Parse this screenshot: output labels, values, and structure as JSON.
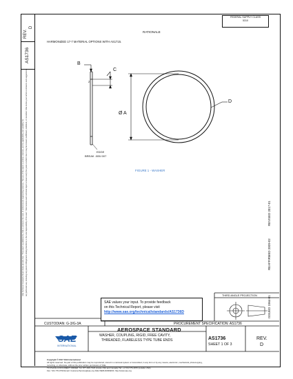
{
  "corner": {
    "rev_label": "REV.",
    "rev_value": "D",
    "doc_number": "AS1736"
  },
  "federal_supply_class": {
    "line1": "FEDERAL SUPPLY CLASS",
    "line2": "5310"
  },
  "rationale": "RATIONALE",
  "harmonized_text": "HARMONIZED 17-7 MATERIAL OPTIONS WITH AS1715.",
  "figure": {
    "title": "FIGURE 1 - WASHER",
    "label_b": "B",
    "label_c": "C",
    "label_d": "D",
    "label_a": "Ø A",
    "edge_break_1": "EDGE",
    "edge_break_2": "BREAK .005/.007"
  },
  "issue_dates": {
    "issued": "ISSUED 1964-01",
    "reaffirmed": "REAFFIRMED 2009-02",
    "revised": "REVISED 2017-01"
  },
  "legal_strip": {
    "line1": "SAE Technical Standards Board Rules provide that: \"This report is published by SAE to advance the state of technical and engineering sciences. The use of this report is entirely voluntary, and its applicability and suitability for",
    "line2": "any particular use, including any patent infringement arising therefrom, is the sole responsibility of the user.\" SAE reviews each technical report at least every five years at which time it may be revised, reaffirmed, stabilized, or cancelled. SAE invites your written comments and suggestions."
  },
  "feedback": {
    "line1": "SAE values your input. To provide feedback",
    "line2": "on this Technical Report, please visit",
    "link": "http://www.sae.org/technical/standards/AS1736D"
  },
  "projection": {
    "label": "THIRD ANGLE PROJECTION"
  },
  "title_block": {
    "custodian": "CUSTODIAN: G-3/G-3A",
    "procurement": "PROCUREMENT SPECIFICATION: AS1736",
    "standard_type": "AEROSPACE STANDARD",
    "title_line1": "WASHER, COUPLING, RIGID, FREE CAVITY,",
    "title_line2": "THREADED, FLARELESS TYPE TUBE ENDS",
    "doc_number": "AS1736",
    "sheet": "SHEET 1 OF 3",
    "rev_label": "REV.",
    "rev_value": "D",
    "logo_text": "SAE",
    "logo_sub": "INTERNATIONAL"
  },
  "copyright": {
    "line1": "Copyright © 2017 SAE International",
    "line2": "All rights reserved. No part of this publication may be reproduced, stored in a retrieval system or transmitted, in any form or by any means, electronic, mechanical, photocopying,",
    "line3": "recording, or otherwise, without the prior written permission of SAE.",
    "line4": "TO PLACE A DOCUMENT ORDER:    Tel: 877-606-7323 (inside USA and Canada)    Tel: +1 724-776-4970 (outside USA)",
    "line5": "Fax: 724-776-0790    Email: CustomerService@sae.org    SAE WEB ADDRESS: http://www.sae.org"
  },
  "colors": {
    "figure_title": "#3b79c9",
    "link": "#1c5fd8",
    "logo_blue": "#1a5aa8"
  }
}
